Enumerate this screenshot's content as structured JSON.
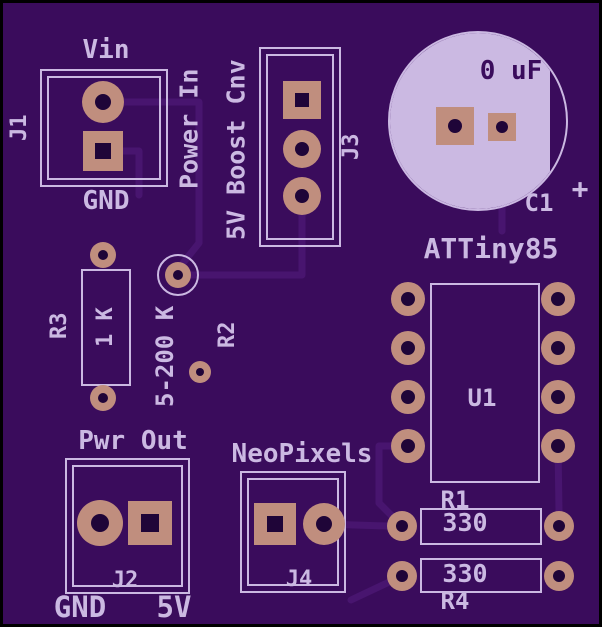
{
  "board": {
    "kind": "pcb-layout-render",
    "colors": {
      "board": "#3a0c5c",
      "silk": "#cbb9e2",
      "pad": "#c08e7e",
      "hole": "#1f0538",
      "trace": "#48156f"
    }
  },
  "components": {
    "j1": {
      "label_top": "Vin",
      "label_bottom": "GND",
      "ref": "J1"
    },
    "power_in_label": "Power In",
    "boost_label": "5V Boost Cnv",
    "j3": {
      "ref": "J3"
    },
    "c1": {
      "value": "0 uF",
      "ref": "C1",
      "polarity": "+"
    },
    "u1": {
      "title": "ATTiny85",
      "ref": "U1"
    },
    "r3": {
      "ref": "R3",
      "value": "1 K"
    },
    "r2": {
      "ref": "R2",
      "value": "5-200 K"
    },
    "j2": {
      "title": "Pwr Out",
      "ref": "J2",
      "label_left": "GND",
      "label_right": "5V"
    },
    "j4": {
      "title": "NeoPixels",
      "ref": "J4"
    },
    "r1": {
      "ref": "R1",
      "value": "330"
    },
    "r4": {
      "ref": "R4",
      "value": "330"
    }
  }
}
